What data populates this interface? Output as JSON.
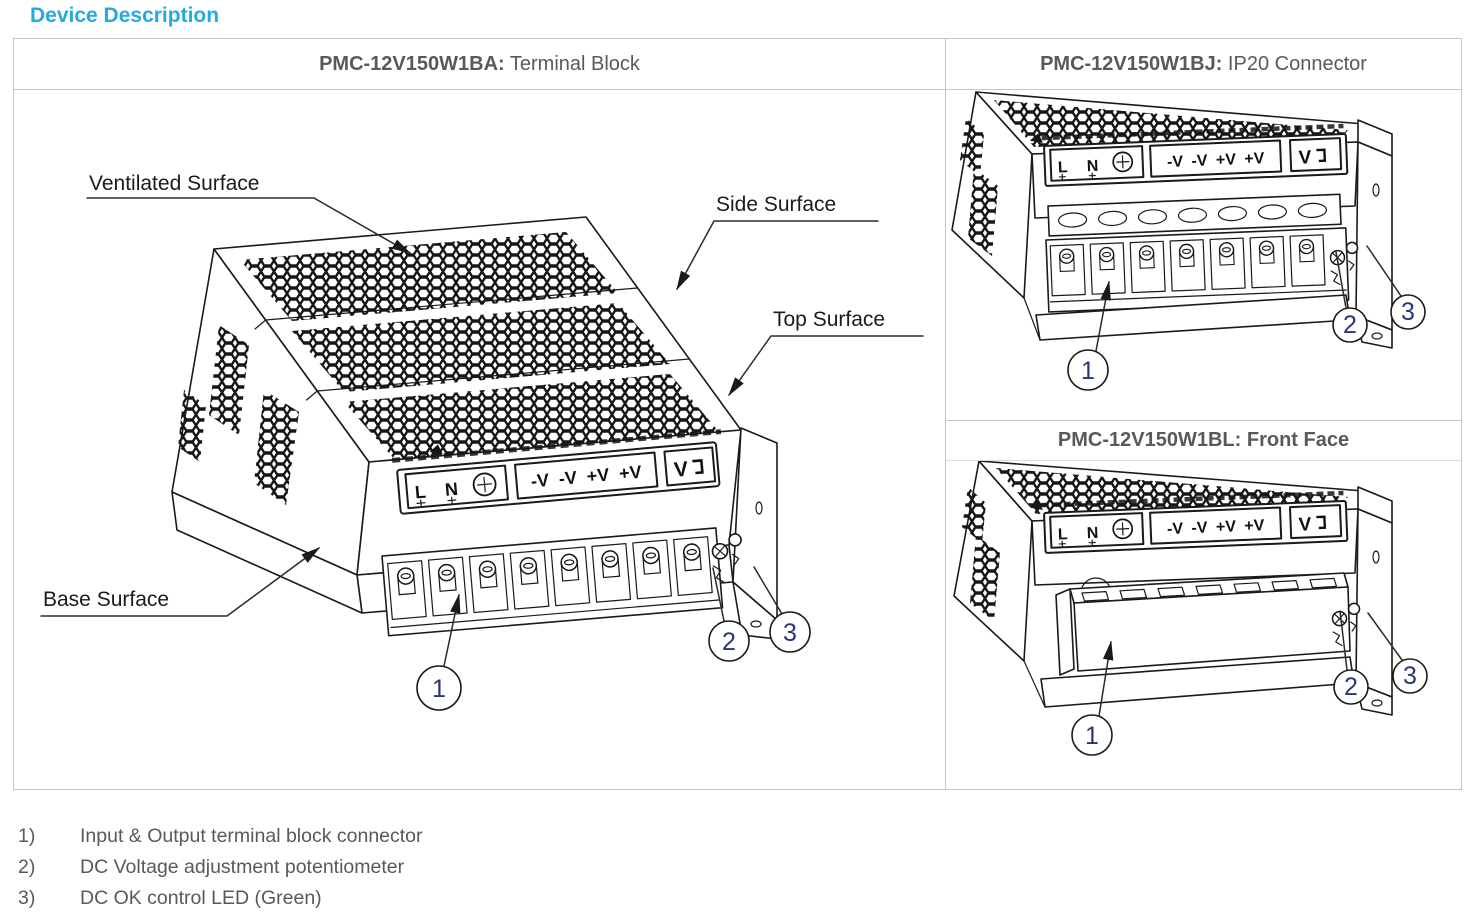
{
  "page_title": "Device Description",
  "panels": {
    "terminal_block": {
      "model": "PMC-12V150W1BA:",
      "variant": " Terminal Block"
    },
    "ip20": {
      "model": "PMC-12V150W1BJ:",
      "variant": " IP20 Connector"
    },
    "front_face": {
      "model": "PMC-12V150W1BL:",
      "variant": " Front Face"
    }
  },
  "surface_labels": {
    "ventilated": "Ventilated Surface",
    "side": "Side Surface",
    "top": "Top Surface",
    "base": "Base Surface"
  },
  "terminal_labels": {
    "line": "L",
    "neutral": "N",
    "dc_outputs": "-V -V +V +V",
    "voltage_adjust": "V"
  },
  "callouts": {
    "c1": "1",
    "c2": "2",
    "c3": "3"
  },
  "legend": [
    {
      "num": "1)",
      "text": "Input & Output terminal block connector"
    },
    {
      "num": "2)",
      "text": "DC Voltage adjustment potentiometer"
    },
    {
      "num": "3)",
      "text": "DC OK control LED (Green)"
    }
  ],
  "colors": {
    "accent_title": "#25A9E0",
    "heading_text": "#595959",
    "body_text": "#595959",
    "diagram_ink": "#1A1A1A",
    "callout_digit": "#2A3576",
    "table_border": "#C6C6C6"
  }
}
